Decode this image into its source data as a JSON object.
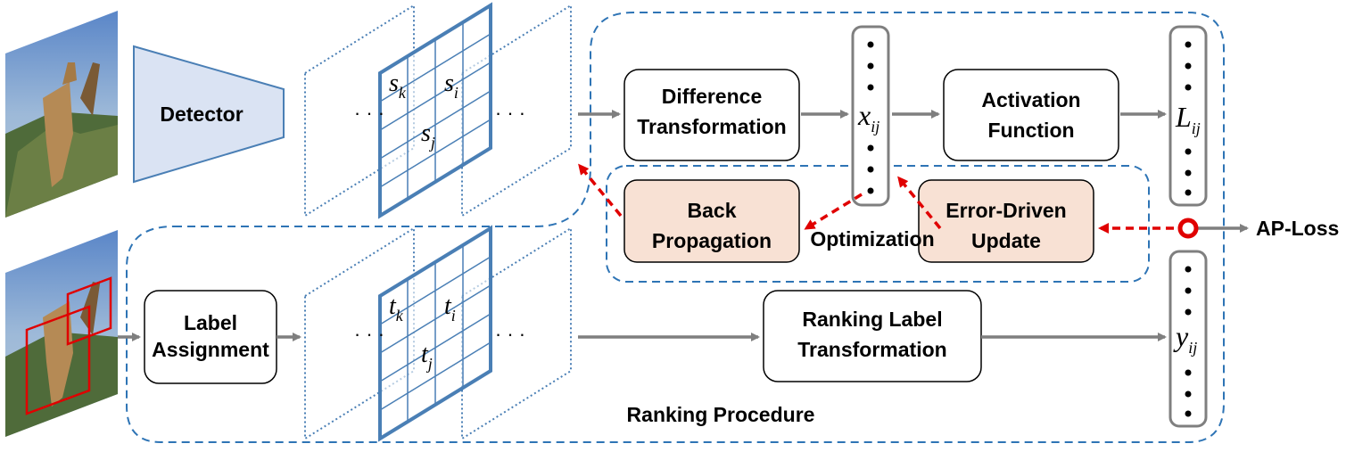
{
  "diagram": {
    "detector_label": "Detector",
    "label_assignment": [
      "Label",
      "Assignment"
    ],
    "difference_transformation": [
      "Difference",
      "Transformation"
    ],
    "activation_function": [
      "Activation",
      "Function"
    ],
    "ranking_label_transformation": [
      "Ranking Label",
      "Transformation"
    ],
    "back_propagation": [
      "Back",
      "Propagation"
    ],
    "error_driven_update": [
      "Error-Driven",
      "Update"
    ],
    "optimization_label": "Optimization",
    "ranking_procedure_label": "Ranking Procedure",
    "ap_loss_label": "AP-Loss",
    "score_grid": {
      "base": [
        "s",
        "s",
        "s"
      ],
      "sub": [
        "k",
        "i",
        "j"
      ]
    },
    "label_grid": {
      "base": [
        "t",
        "t",
        "t"
      ],
      "sub": [
        "k",
        "i",
        "j"
      ]
    },
    "x_var": {
      "base": "x",
      "sub": "ij"
    },
    "l_var": {
      "base": "L",
      "sub": "ij"
    },
    "y_var": {
      "base": "y",
      "sub": "ij"
    },
    "ellipsis": "· · ·",
    "colors": {
      "blue": "#4a7fb5",
      "dashed_blue": "#2e74b5",
      "detector_fill": "#dae3f3",
      "optim_fill": "#f8e1d4",
      "red": "#e00000",
      "gray_arrow": "#7f7f7f"
    }
  }
}
